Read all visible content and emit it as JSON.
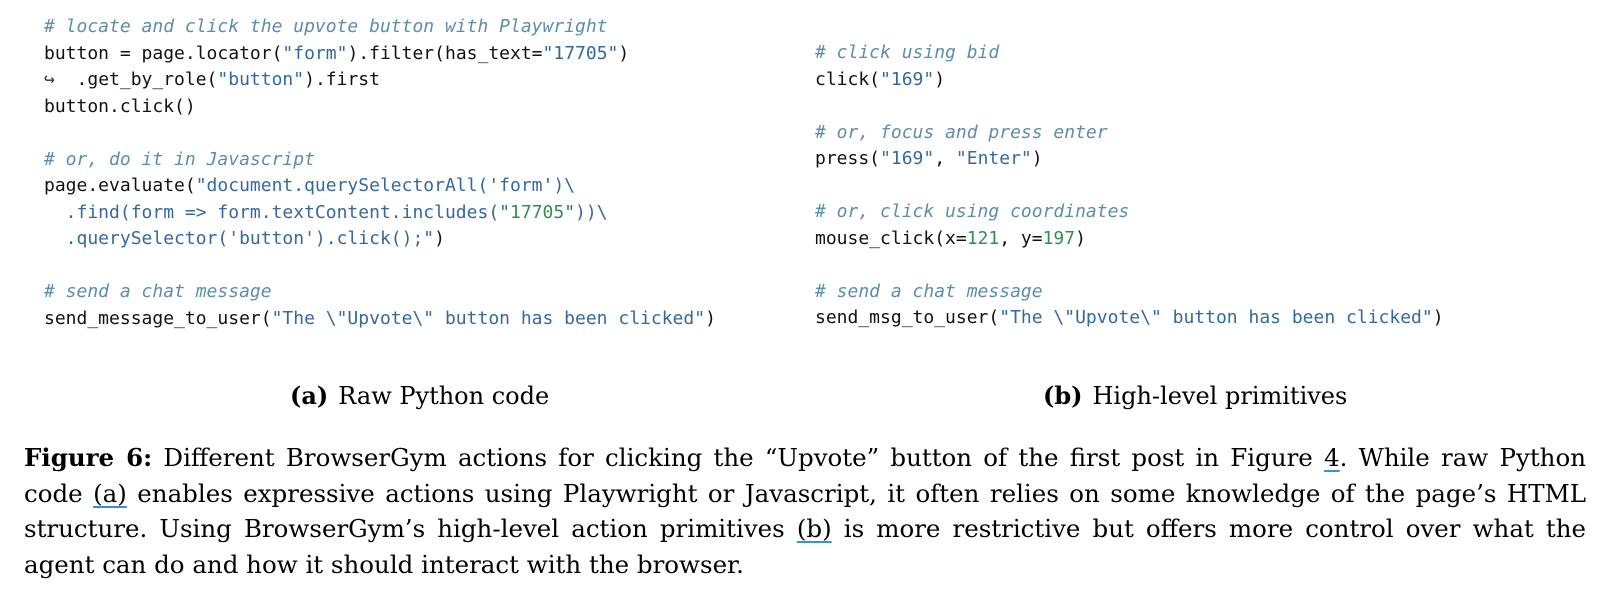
{
  "colors": {
    "comment": "#5b8fa8",
    "string": "#34699e",
    "number": "#2e9151",
    "code_text": "#111111",
    "reference_underline": "#3a8fd6"
  },
  "panel_a": {
    "lines": [
      [
        {
          "type": "comment",
          "text": "# locate and click the upvote button with Playwright"
        }
      ],
      [
        {
          "type": "plain",
          "text": "button = page.locator("
        },
        {
          "type": "string",
          "text": "\"form\""
        },
        {
          "type": "plain",
          "text": ").filter(has_text="
        },
        {
          "type": "string",
          "text": "\"17705\""
        },
        {
          "type": "plain",
          "text": ")"
        }
      ],
      [
        {
          "type": "cont",
          "text": "↪  "
        },
        {
          "type": "plain",
          "text": ".get_by_role("
        },
        {
          "type": "string",
          "text": "\"button\""
        },
        {
          "type": "plain",
          "text": ").first"
        }
      ],
      [
        {
          "type": "plain",
          "text": "button.click()"
        }
      ],
      [],
      [
        {
          "type": "comment",
          "text": "# or, do it in Javascript"
        }
      ],
      [
        {
          "type": "plain",
          "text": "page.evaluate("
        },
        {
          "type": "string",
          "text": "\"document.querySelectorAll('form')\\"
        }
      ],
      [
        {
          "type": "string",
          "text": "  .find(form => form.textContent.includes(\""
        },
        {
          "type": "number",
          "text": "17705"
        },
        {
          "type": "string",
          "text": "\"))\\"
        }
      ],
      [
        {
          "type": "string",
          "text": "  .querySelector('button').click();\""
        },
        {
          "type": "plain",
          "text": ")"
        }
      ],
      [],
      [
        {
          "type": "comment",
          "text": "# send a chat message"
        }
      ],
      [
        {
          "type": "plain",
          "text": "send_message_to_user("
        },
        {
          "type": "string",
          "text": "\"The \\\"Upvote\\\" button has been clicked\""
        },
        {
          "type": "plain",
          "text": ")"
        }
      ]
    ]
  },
  "panel_b": {
    "lines": [
      [
        {
          "type": "comment",
          "text": "# click using bid"
        }
      ],
      [
        {
          "type": "plain",
          "text": "click("
        },
        {
          "type": "string",
          "text": "\"169\""
        },
        {
          "type": "plain",
          "text": ")"
        }
      ],
      [],
      [
        {
          "type": "comment",
          "text": "# or, focus and press enter"
        }
      ],
      [
        {
          "type": "plain",
          "text": "press("
        },
        {
          "type": "string",
          "text": "\"169\""
        },
        {
          "type": "plain",
          "text": ", "
        },
        {
          "type": "string",
          "text": "\"Enter\""
        },
        {
          "type": "plain",
          "text": ")"
        }
      ],
      [],
      [
        {
          "type": "comment",
          "text": "# or, click using coordinates"
        }
      ],
      [
        {
          "type": "plain",
          "text": "mouse_click(x="
        },
        {
          "type": "number",
          "text": "121"
        },
        {
          "type": "plain",
          "text": ", y="
        },
        {
          "type": "number",
          "text": "197"
        },
        {
          "type": "plain",
          "text": ")"
        }
      ],
      [],
      [
        {
          "type": "comment",
          "text": "# send a chat message"
        }
      ],
      [
        {
          "type": "plain",
          "text": "send_msg_to_user("
        },
        {
          "type": "string",
          "text": "\"The \\\"Upvote\\\" button has been clicked\""
        },
        {
          "type": "plain",
          "text": ")"
        }
      ]
    ]
  },
  "subcaptions": {
    "a": {
      "tag": "(a)",
      "text": "Raw Python code"
    },
    "b": {
      "tag": "(b)",
      "text": "High-level primitives"
    }
  },
  "caption": {
    "label": "Figure 6:",
    "part1": " Different BrowserGym actions for clicking the “Upvote” button of the first post in Figure ",
    "ref_figure": "4",
    "part2": ". While raw Python code ",
    "ref_a": "(a)",
    "part3": " enables expressive actions using Playwright or Javascript, it often relies on some knowledge of the page’s HTML structure. Using BrowserGym’s high-level action primitives ",
    "ref_b": "(b)",
    "part4": " is more restrictive but offers more control over what the agent can do and how it should interact with the browser."
  }
}
